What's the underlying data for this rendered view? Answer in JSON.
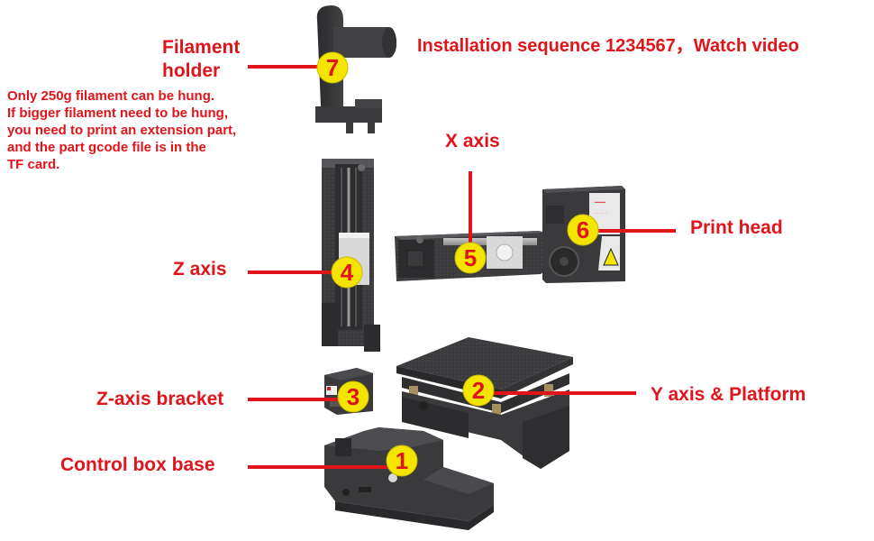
{
  "title": "Installation sequence 1234567，Watch video",
  "colors": {
    "label_red": "#e0141a",
    "marker_yellow": "#f3e500",
    "part_dark": "#3a3a3c",
    "part_mid": "#505053"
  },
  "parts": [
    {
      "number": "1",
      "label": "Control box base"
    },
    {
      "number": "2",
      "label": "Y axis & Platform"
    },
    {
      "number": "3",
      "label": "Z-axis bracket"
    },
    {
      "number": "4",
      "label": "Z axis"
    },
    {
      "number": "5",
      "label": "X axis"
    },
    {
      "number": "6",
      "label": "Print head"
    },
    {
      "number": "7",
      "label": "Filament holder"
    }
  ],
  "filament_holder": {
    "label_line1": "Filament",
    "label_line2": "holder",
    "note_lines": [
      "Only 250g filament can be hung.",
      "If bigger filament need to be hung,",
      "you need to print an extension part,",
      "and the part gcode file is in the",
      "TF card."
    ]
  }
}
